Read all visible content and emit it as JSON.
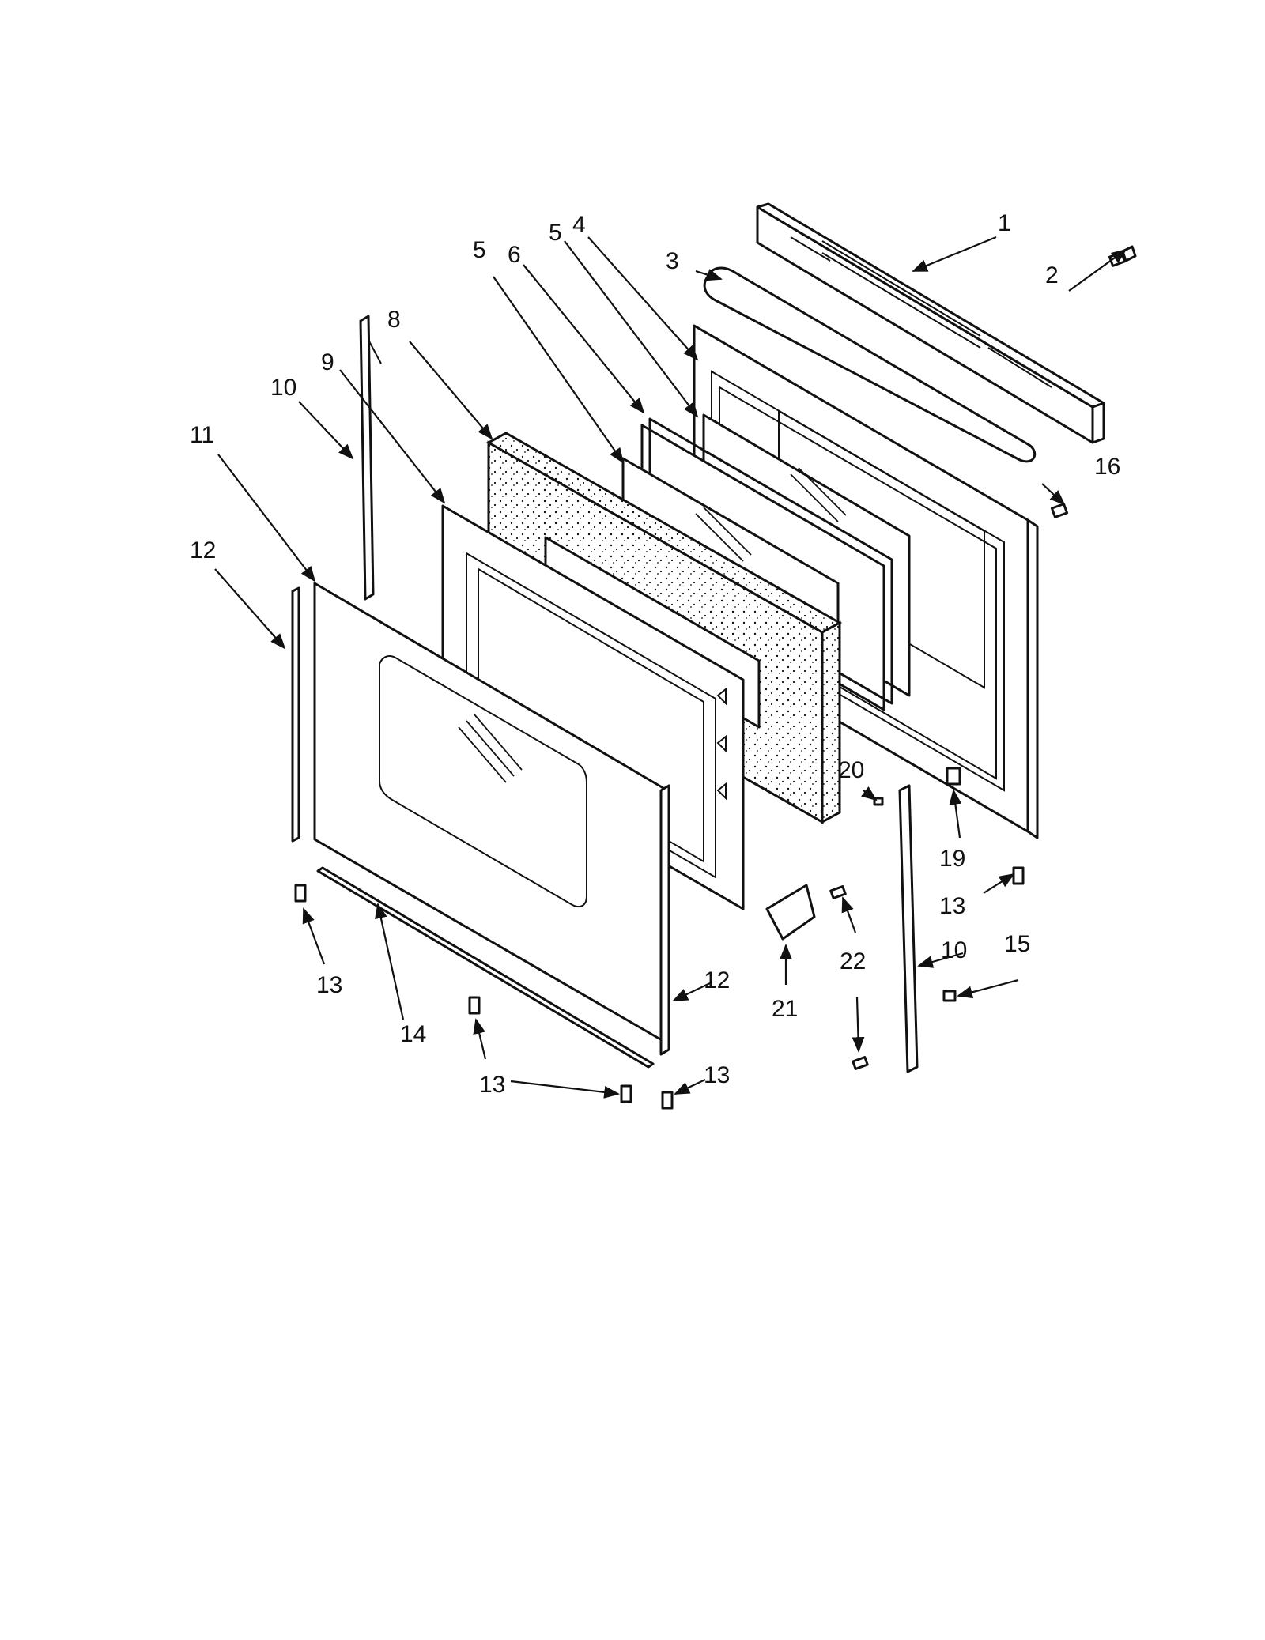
{
  "callouts": {
    "c1": "1",
    "c2": "2",
    "c3": "3",
    "c4": "4",
    "c5a": "5",
    "c5b": "5",
    "c6": "6",
    "c8": "8",
    "c9": "9",
    "c10a": "10",
    "c10b": "10",
    "c11": "11",
    "c12a": "12",
    "c12b": "12",
    "c13a": "13",
    "c13b": "13",
    "c13c": "13",
    "c13d": "13",
    "c14": "14",
    "c15": "15",
    "c16": "16",
    "c19": "19",
    "c20": "20",
    "c21": "21",
    "c22": "22"
  }
}
